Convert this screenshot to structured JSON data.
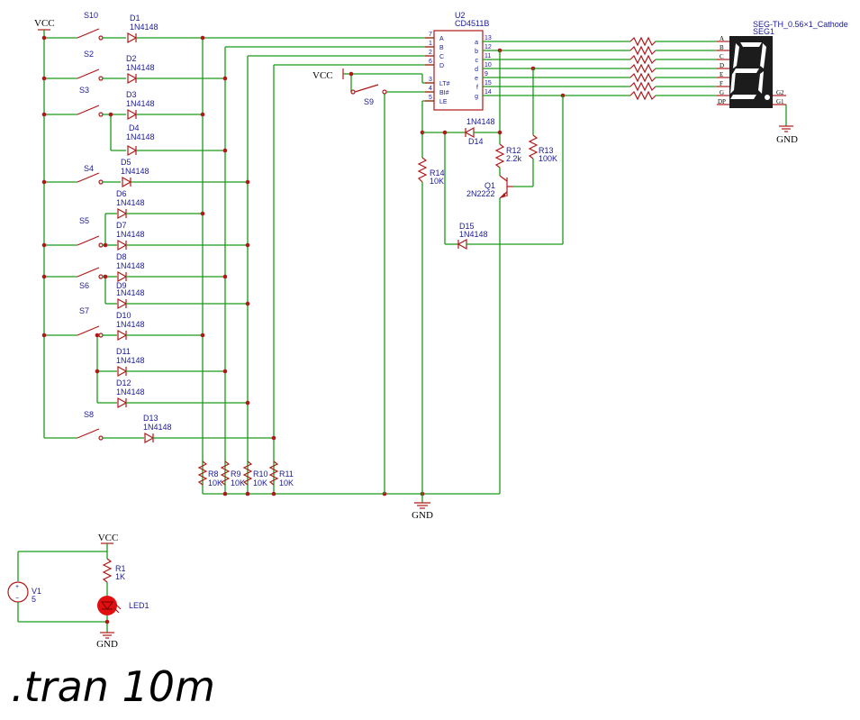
{
  "directive": ".tran 10m",
  "nets": {
    "vcc": "VCC",
    "gnd": "GND"
  },
  "ic": {
    "ref": "U2",
    "value": "CD4511B",
    "left_pins": [
      {
        "num": "7",
        "name": "A"
      },
      {
        "num": "1",
        "name": "B"
      },
      {
        "num": "2",
        "name": "C"
      },
      {
        "num": "6",
        "name": "D"
      },
      {
        "num": "3",
        "name": "LT#"
      },
      {
        "num": "4",
        "name": "BI#"
      },
      {
        "num": "5",
        "name": "LE"
      }
    ],
    "right_pins": [
      {
        "num": "13",
        "name": "a"
      },
      {
        "num": "12",
        "name": "b"
      },
      {
        "num": "11",
        "name": "c"
      },
      {
        "num": "10",
        "name": "d"
      },
      {
        "num": "9",
        "name": "e"
      },
      {
        "num": "15",
        "name": "f"
      },
      {
        "num": "14",
        "name": "g"
      }
    ]
  },
  "display": {
    "ref": "SEG1",
    "value": "SEG-TH_0.56×1_Cathode",
    "pins_left": [
      "A",
      "B",
      "C",
      "D",
      "E",
      "F",
      "G",
      "DP"
    ],
    "pins_right": [
      "G2",
      "G1"
    ]
  },
  "switches": [
    {
      "ref": "S10"
    },
    {
      "ref": "S2"
    },
    {
      "ref": "S3"
    },
    {
      "ref": "S4"
    },
    {
      "ref": "S5"
    },
    {
      "ref": "S6"
    },
    {
      "ref": "S7"
    },
    {
      "ref": "S8"
    },
    {
      "ref": "S9"
    }
  ],
  "diodes": [
    {
      "ref": "D1",
      "value": "1N4148"
    },
    {
      "ref": "D2",
      "value": "1N4148"
    },
    {
      "ref": "D3",
      "value": "1N4148"
    },
    {
      "ref": "D4",
      "value": "1N4148"
    },
    {
      "ref": "D5",
      "value": "1N4148"
    },
    {
      "ref": "D6",
      "value": "1N4148"
    },
    {
      "ref": "D7",
      "value": "1N4148"
    },
    {
      "ref": "D8",
      "value": "1N4148"
    },
    {
      "ref": "D9",
      "value": "1N4148"
    },
    {
      "ref": "D10",
      "value": "1N4148"
    },
    {
      "ref": "D11",
      "value": "1N4148"
    },
    {
      "ref": "D12",
      "value": "1N4148"
    },
    {
      "ref": "D13",
      "value": "1N4148"
    },
    {
      "ref": "D14",
      "value": "1N4148"
    },
    {
      "ref": "D15",
      "value": "1N4148"
    }
  ],
  "resistors": [
    {
      "ref": "R8",
      "value": "10K"
    },
    {
      "ref": "R9",
      "value": "10K"
    },
    {
      "ref": "R10",
      "value": "10K"
    },
    {
      "ref": "R11",
      "value": "10K"
    },
    {
      "ref": "R14",
      "value": "10K"
    },
    {
      "ref": "R12",
      "value": "2.2k"
    },
    {
      "ref": "R13",
      "value": "100K"
    },
    {
      "ref": "R1",
      "value": "1K"
    }
  ],
  "transistor": {
    "ref": "Q1",
    "value": "2N2222"
  },
  "source": {
    "ref": "V1",
    "value": "5"
  },
  "led": {
    "ref": "LED1"
  }
}
